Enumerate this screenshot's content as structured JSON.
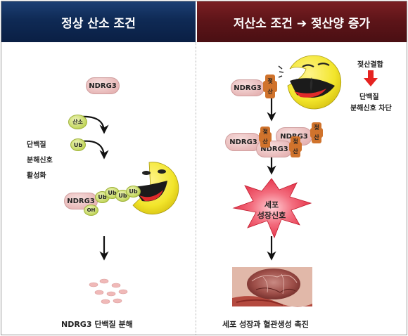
{
  "header": {
    "left_title": "정상 산소 조건",
    "right_title": "저산소 조건 ➔ 젖산양 증가"
  },
  "left": {
    "protein": "NDRG3",
    "oxygen": "산소",
    "ub": "Ub",
    "side_label_1": "단백질",
    "side_label_2": "분해신호",
    "side_label_3": "활성화",
    "complex_protein": "NDRG3",
    "oh": "OH",
    "ub_chain": [
      "Ub",
      "Ub",
      "Ub",
      "Ub"
    ],
    "caption": "NDRG3 단백질 분해"
  },
  "right": {
    "protein": "NDRG3",
    "lactate_char_1": "젖",
    "lactate_char_2": "산",
    "note_1": "젖산결합",
    "note_2": "단백질",
    "note_3": "분해신호 차단",
    "cluster": [
      "NDRG3",
      "NDRG3",
      "NDRG3"
    ],
    "burst_line_1": "세포",
    "burst_line_2": "성장신호",
    "caption": "세포 성장과 혈관생성 촉진"
  },
  "colors": {
    "left_header": "#0f2a55",
    "right_header": "#5c1418",
    "lactate": "#d0732c",
    "burst": "#e8384d",
    "pacman": "#f2e52a",
    "red_arrow": "#e52321"
  }
}
